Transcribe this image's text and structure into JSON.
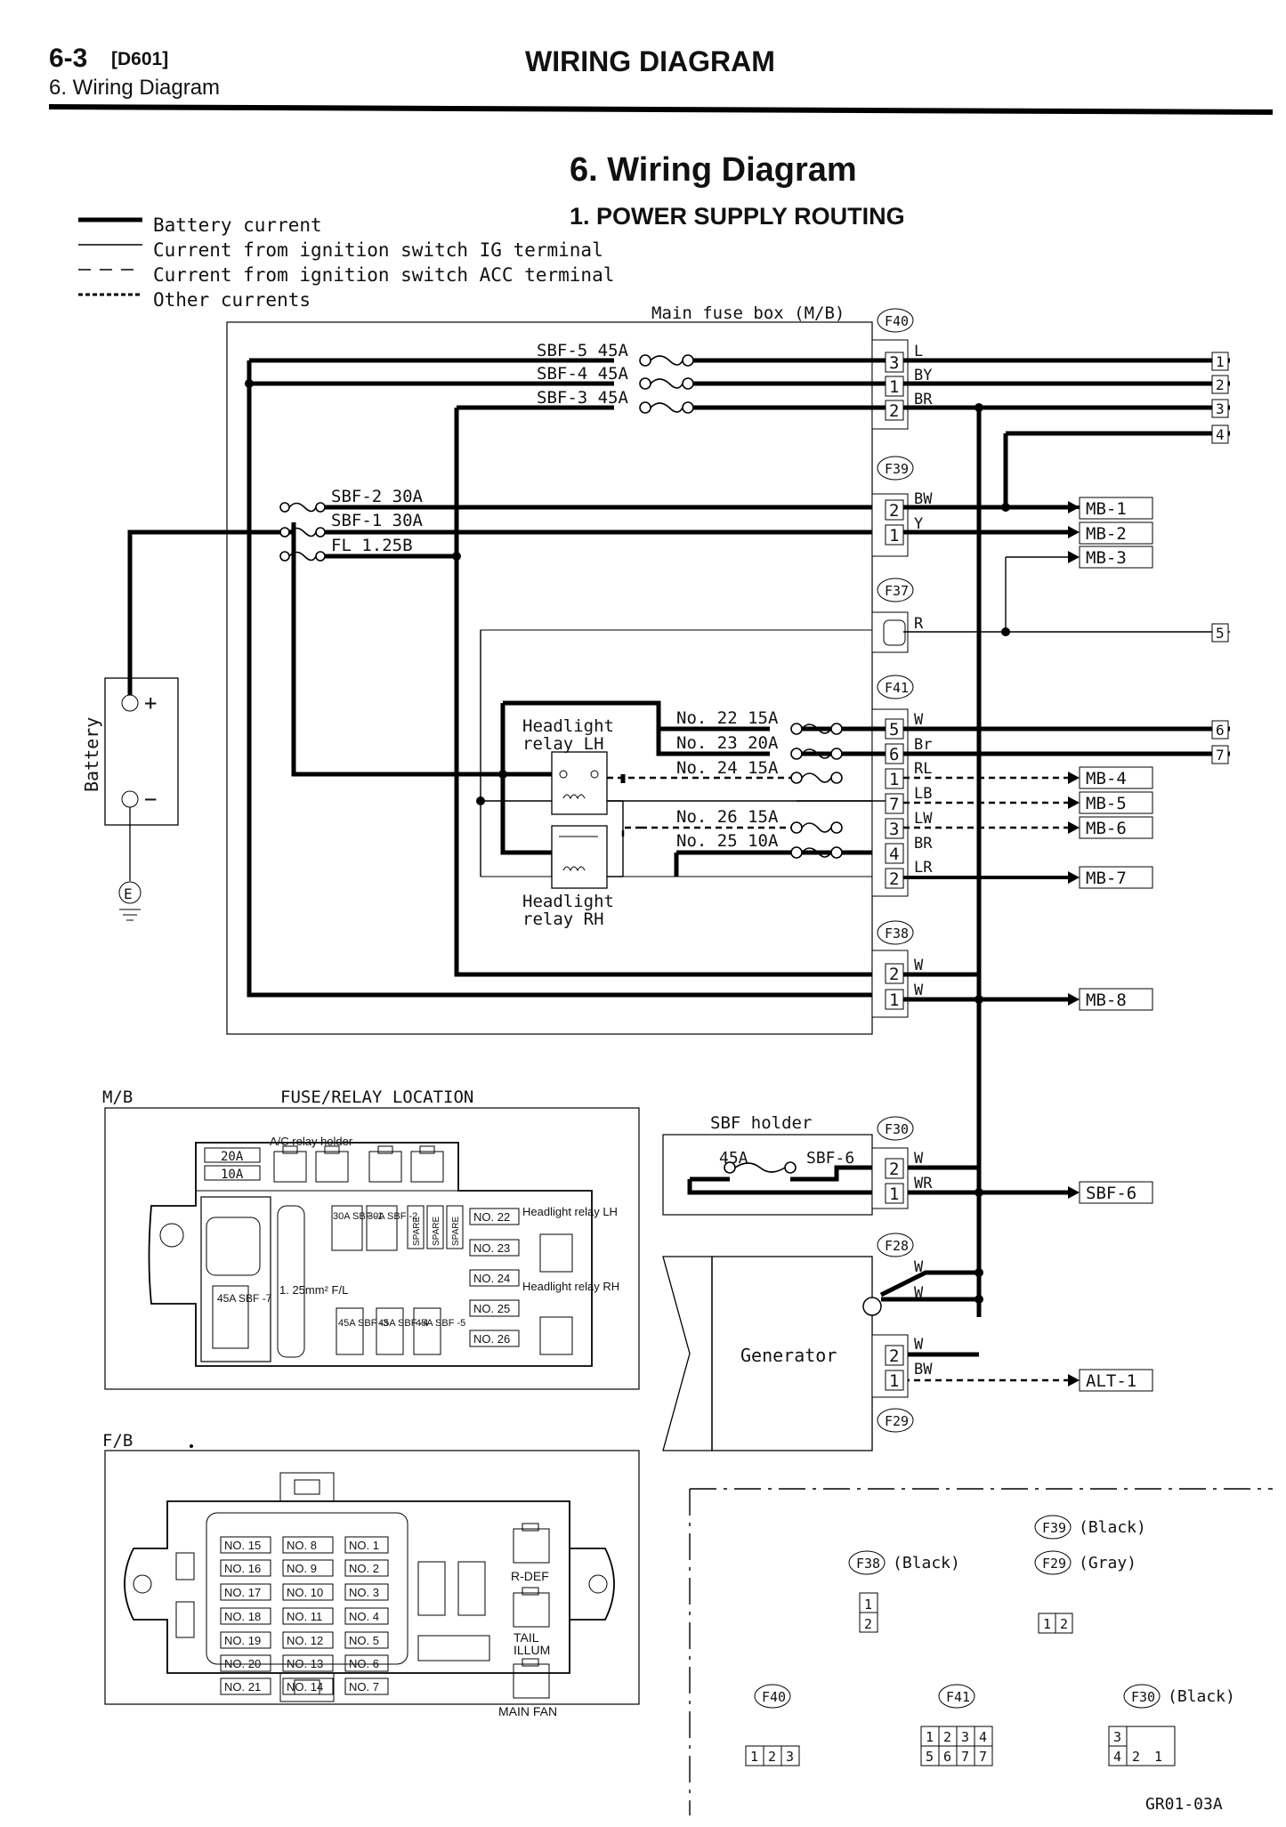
{
  "header": {
    "page_num": "6-3",
    "code": "[D601]",
    "subtitle": "6. Wiring Diagram",
    "title": "WIRING DIAGRAM"
  },
  "section": {
    "title": "6. Wiring Diagram",
    "subtitle": "1. POWER SUPPLY ROUTING"
  },
  "legend": [
    "Battery current",
    "Current from ignition switch IG terminal",
    "Current from ignition switch ACC terminal",
    "Other currents"
  ],
  "main_fuse_box_label": "Main fuse box (M/B)",
  "connectors": {
    "F40": "F40",
    "F39": "F39",
    "F37": "F37",
    "F41": "F41",
    "F38": "F38",
    "F30": "F30",
    "F28": "F28",
    "F29": "F29"
  },
  "sbf_labels": [
    "SBF-5 45A",
    "SBF-4 45A",
    "SBF-3 45A",
    "SBF-2 30A",
    "SBF-1 30A",
    "FL 1.25B"
  ],
  "fuse_labels": [
    "No. 22 15A",
    "No. 23 20A",
    "No. 24 15A",
    "No. 26 15A",
    "No. 25 10A"
  ],
  "relay_labels": {
    "lh1": "Headlight",
    "lh2": "relay LH",
    "rh1": "Headlight",
    "rh2": "relay RH"
  },
  "pins": {
    "f40": [
      "3",
      "1",
      "2"
    ],
    "f39": [
      "2",
      "1"
    ],
    "f41": [
      "5",
      "6",
      "1",
      "7",
      "3",
      "4",
      "2"
    ],
    "f38": [
      "2",
      "1"
    ],
    "f30": [
      "2",
      "1"
    ],
    "f29": [
      "2",
      "1"
    ]
  },
  "wire_colors": {
    "f40": [
      "L",
      "BY",
      "BR"
    ],
    "f39": [
      "BW",
      "Y"
    ],
    "f37": "R",
    "f41": [
      "W",
      "Br",
      "RL",
      "LB",
      "LW",
      "BR",
      "LR"
    ],
    "f38": [
      "W",
      "W"
    ],
    "f30": [
      "W",
      "WR"
    ],
    "gen": [
      "W",
      "W"
    ],
    "f29": [
      "W",
      "BW"
    ]
  },
  "terminals": [
    "1",
    "2",
    "3",
    "4",
    "5",
    "6",
    "7"
  ],
  "outputs": [
    "MB-1",
    "MB-2",
    "MB-3",
    "MB-4",
    "MB-5",
    "MB-6",
    "MB-7",
    "MB-8",
    "SBF-6",
    "ALT-1"
  ],
  "battery_label": "Battery",
  "battery_plus": "+",
  "battery_minus": "−",
  "ground_label": "E",
  "sbf_holder": {
    "title": "SBF holder",
    "rating": "45A",
    "name": "SBF-6"
  },
  "generator_label": "Generator",
  "mb_section": {
    "tag": "M/B",
    "title": "FUSE/RELAY LOCATION",
    "ac_relay": "A/C relay holder",
    "fuses_small": [
      "20A",
      "10A"
    ],
    "sbf_top": [
      "30A SBF -1",
      "30A SBF -2"
    ],
    "spare": "SPARE",
    "nums": [
      "NO. 22",
      "NO. 23",
      "NO. 24",
      "NO. 25",
      "NO. 26"
    ],
    "hl_lh": "Headlight relay LH",
    "hl_rh": "Headlight relay RH",
    "sbf7": "45A SBF -7",
    "fl": "1. 25mm² F/L",
    "sbf_bottom": [
      "45A SBF -3",
      "45A SBF -4",
      "45A SBF -5"
    ]
  },
  "fb_section": {
    "tag": "F/B",
    "col1": [
      "NO. 15",
      "NO. 16",
      "NO. 17",
      "NO. 18",
      "NO. 19",
      "NO. 20",
      "NO. 21"
    ],
    "col2": [
      "NO. 8",
      "NO. 9",
      "NO. 10",
      "NO. 11",
      "NO. 12",
      "NO. 13",
      "NO. 14"
    ],
    "col3": [
      "NO. 1",
      "NO. 2",
      "NO. 3",
      "NO. 4",
      "NO. 5",
      "NO. 6",
      "NO. 7"
    ],
    "rdef": "R-DEF",
    "tail": "TAIL",
    "illum": "ILLUM",
    "main_fan": "MAIN FAN"
  },
  "connector_views": {
    "f39_color": "(Black)",
    "f29_color": "(Gray)",
    "f38_color": "(Black)",
    "f30_color": "(Black)"
  },
  "figure_id": "GR01-03A"
}
